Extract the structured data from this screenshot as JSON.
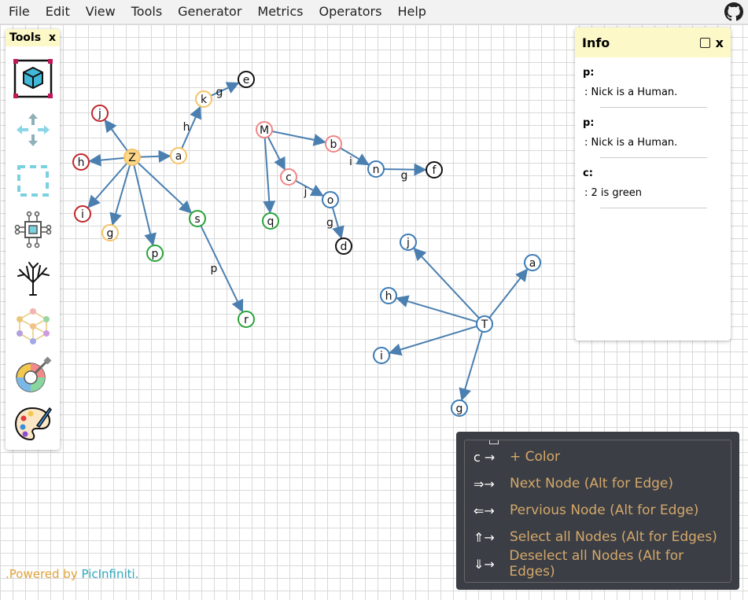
{
  "menu": [
    "File",
    "Edit",
    "View",
    "Tools",
    "Generator",
    "Metrics",
    "Operators",
    "Help"
  ],
  "tools_panel": {
    "title": "Tools",
    "close": "x",
    "tools": [
      "select-cube-icon",
      "move-arrows-icon",
      "selection-box-icon",
      "circuit-chip-icon",
      "tree-icon",
      "graph-network-icon",
      "color-wheel-icon",
      "paint-palette-icon"
    ]
  },
  "graph": {
    "node_labels": {
      "Z": "Z",
      "j1": "j",
      "h1": "h",
      "i1": "i",
      "g1": "g",
      "p1": "p",
      "a1": "a",
      "k": "k",
      "e": "e",
      "s": "s",
      "r": "r",
      "M": "M",
      "b": "b",
      "n": "n",
      "f": "f",
      "c": "c",
      "o": "o",
      "d": "d",
      "q": "q",
      "T": "T",
      "j2": "j",
      "h2": "h",
      "i2": "i",
      "g2": "g",
      "a2": "a"
    },
    "edge_labels": {
      "ak": "h",
      "ke": "g",
      "sr": "p",
      "bn": "i",
      "nf": "g",
      "co": "j",
      "od": "g"
    },
    "colors": {
      "edge": "#4a7fb0",
      "orange": "#f5c366",
      "orange_fill": "#fdd78a",
      "red": "#c0262a",
      "green": "#2aa43a",
      "black": "#111111",
      "pink": "#f08585",
      "blue": "#3c7bb5"
    }
  },
  "info_panel": {
    "title": "Info",
    "close": "x",
    "entries": [
      {
        "key": "p:",
        "value": ": Nick is a Human."
      },
      {
        "key": "p:",
        "value": ": Nick is a Human."
      },
      {
        "key": "c:",
        "value": ": 2 is green"
      }
    ]
  },
  "shortcuts": [
    {
      "key": "c →",
      "desc": "+ Color"
    },
    {
      "key": "⇒→",
      "desc": "Next Node (Alt for Edge)"
    },
    {
      "key": "⇐→",
      "desc": "Pervious Node (Alt for Edge)"
    },
    {
      "key": "⇑→",
      "desc": "Select all Nodes (Alt for Edges)"
    },
    {
      "key": "⇓→",
      "desc": "Deselect all Nodes (Alt for Edges)"
    }
  ],
  "footer": {
    "prefix": ".Powered by ",
    "brand": "PicInfiniti."
  }
}
